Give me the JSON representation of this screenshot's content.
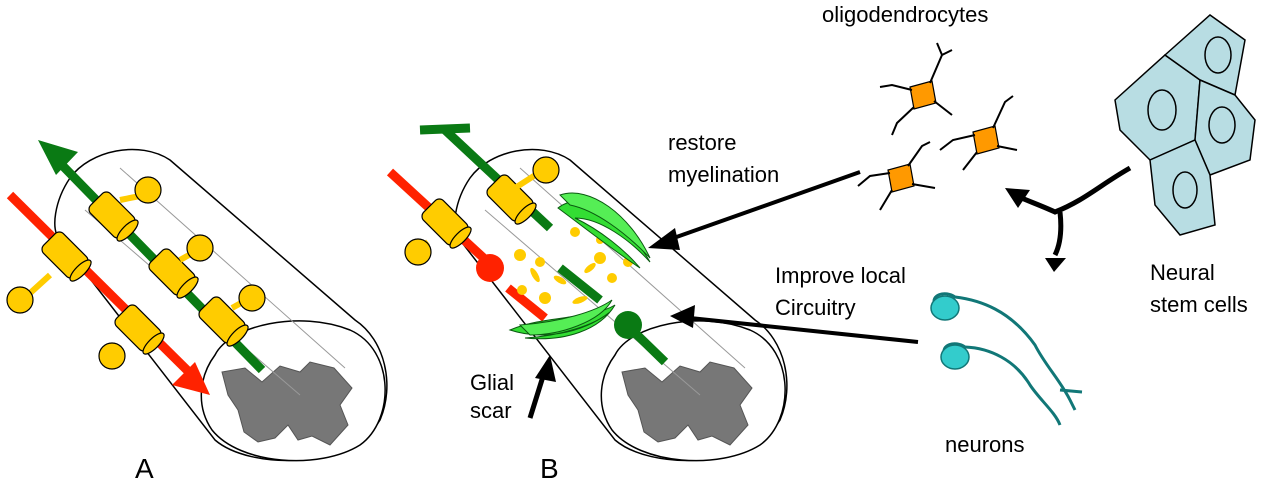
{
  "labels": {
    "panel_a": "A",
    "panel_b": "B",
    "oligodendrocytes": "oligodendrocytes",
    "restore_line1": "restore",
    "restore_line2": "myelination",
    "improve_line1": "Improve local",
    "improve_line2": "Circuitry",
    "neural_line1": "Neural",
    "neural_line2": "stem cells",
    "neurons": "neurons",
    "glial_line1": "Glial",
    "glial_line2": "scar"
  },
  "colors": {
    "sensory_axon": "#ff2200",
    "motor_axon": "#0a7a14",
    "myelin": "#ffcc00",
    "grey_matter": "#777777",
    "glial_scar": "#33dd33",
    "oligodendrocyte": "#ff9900",
    "neuron": "#33cccc",
    "stem_cell": "#b8dde3"
  }
}
